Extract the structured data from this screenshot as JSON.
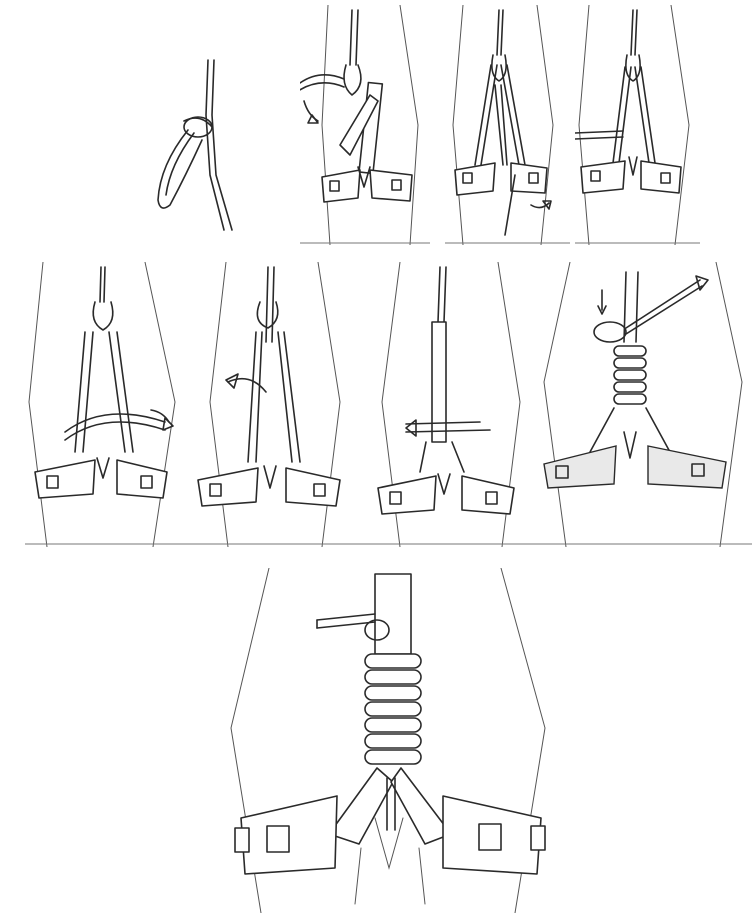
{
  "figure": {
    "kind": "sequence of pencil sketches",
    "panel_count": 9
  },
  "panels": [
    {
      "id": "step-1"
    },
    {
      "id": "step-2"
    },
    {
      "id": "step-3"
    },
    {
      "id": "step-4"
    },
    {
      "id": "step-5"
    },
    {
      "id": "step-6"
    },
    {
      "id": "step-7"
    },
    {
      "id": "step-8"
    },
    {
      "id": "step-9"
    }
  ],
  "colors": {
    "background": "#ffffff",
    "ink": "#2a2a2a"
  }
}
